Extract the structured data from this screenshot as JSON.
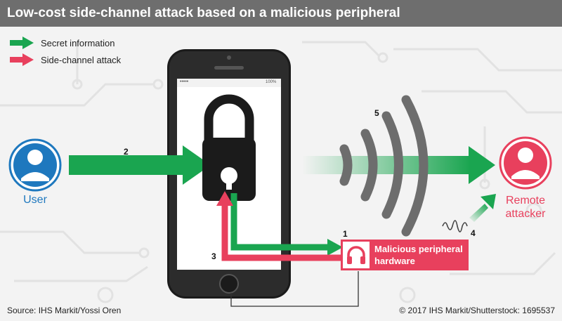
{
  "header": {
    "title": "Low-cost side-channel attack based on a malicious peripheral"
  },
  "legend": [
    {
      "label": "Secret information",
      "color": "#1aa550"
    },
    {
      "label": "Side-channel attack",
      "color": "#e8405d"
    }
  ],
  "phone": {
    "signal_text": "•••••",
    "battery_text": "100%"
  },
  "user": {
    "label": "User",
    "color": "#1e78be"
  },
  "attacker": {
    "label_line1": "Remote",
    "label_line2": "attacker",
    "color": "#e8405d"
  },
  "peripheral": {
    "line1": "Malicious peripheral",
    "line2": "hardware",
    "icon": "headphones-icon"
  },
  "steps": [
    "1",
    "2",
    "3",
    "4",
    "5"
  ],
  "footer": {
    "source": "Source: IHS Markit/Yossi Oren",
    "copyright": "© 2017 IHS Markit/Shutterstock: 1695537"
  }
}
